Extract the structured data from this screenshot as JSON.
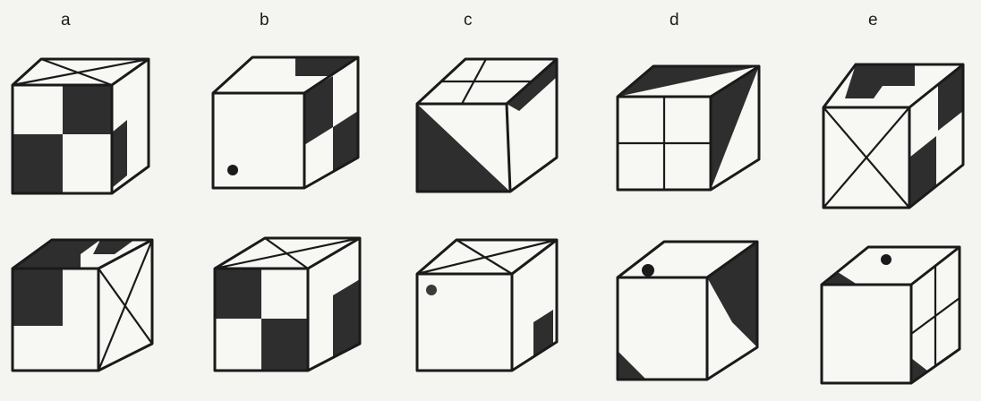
{
  "column_labels": [
    "a",
    "b",
    "c",
    "d",
    "e"
  ]
}
